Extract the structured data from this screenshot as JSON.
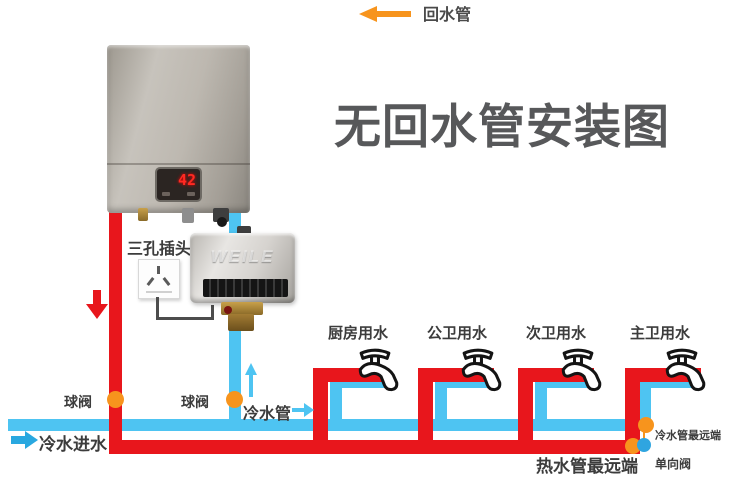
{
  "legend": {
    "return_pipe_label": "回水管"
  },
  "title": "无回水管安装图",
  "heater": {
    "display_value": "42"
  },
  "pump": {
    "brand": "WEILE",
    "plug_label": "三孔插头"
  },
  "valves": {
    "ball_valve_hot_label": "球阀",
    "ball_valve_cold_label": "球阀",
    "check_valve_label": "单向阀"
  },
  "pipes": {
    "cold_pipe_label": "冷水管",
    "cold_inlet_label": "冷水进水",
    "cold_far_end_label": "冷水管最远端",
    "hot_far_end_label": "热水管最远端"
  },
  "faucets": [
    {
      "label": "厨房用水"
    },
    {
      "label": "公卫用水"
    },
    {
      "label": "次卫用水"
    },
    {
      "label": "主卫用水"
    }
  ],
  "colors": {
    "hot": "#e8161c",
    "cold": "#4ec4f2",
    "valve_orange": "#f7941d",
    "check_valve_blue": "#2fa5e0",
    "title_gray": "#57585a"
  }
}
